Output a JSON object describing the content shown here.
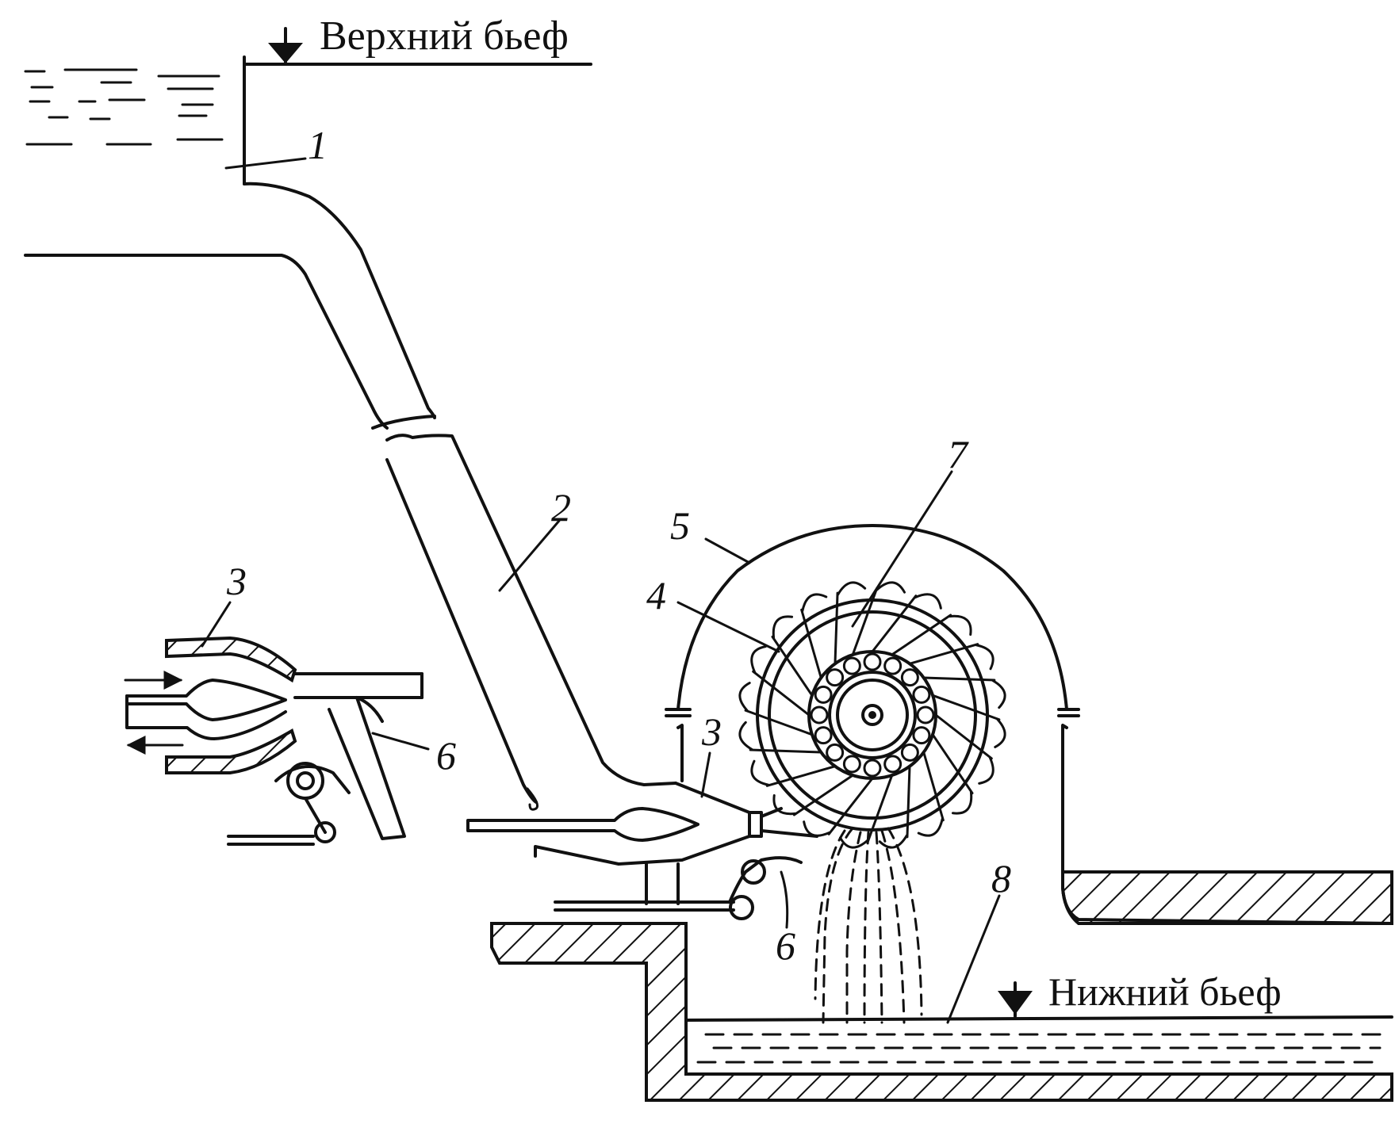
{
  "labels": {
    "upper_pool": "Верхний бьеф",
    "lower_pool": "Нижний бьеф"
  },
  "callouts": {
    "n1": "1",
    "n2": "2",
    "n3_inset": "3",
    "n3_main": "3",
    "n4": "4",
    "n5": "5",
    "n6_inset": "6",
    "n6_main": "6",
    "n7": "7",
    "n8": "8"
  },
  "colors": {
    "ink": "#111111",
    "paper": "#ffffff"
  }
}
